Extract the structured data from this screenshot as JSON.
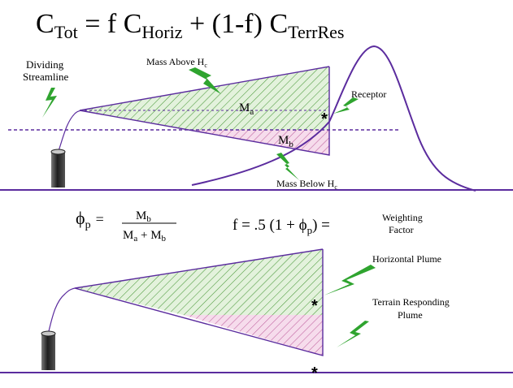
{
  "title": {
    "c": "C",
    "tot": "Tot",
    "eq": " =  f C",
    "horiz": "Horiz",
    "plus": " +  (1-f) C",
    "terrres": "TerrRes"
  },
  "top_panel": {
    "dividing_streamline": [
      "Dividing",
      "Streamline"
    ],
    "mass_above": "Mass Above H",
    "mass_above_sub": "c",
    "ma": "M",
    "ma_sub": "a",
    "mb": "M",
    "mb_sub": "b",
    "mass_below": "Mass Below H",
    "mass_below_sub": "c",
    "receptor": "Receptor"
  },
  "formulas": {
    "phi_lhs": "ϕ",
    "phi_sub": "p",
    "phi_eq": "=",
    "num": "M",
    "num_sub": "b",
    "den_a": "M",
    "den_a_sub": "a",
    "den_plus": " + M",
    "den_b_sub": "b",
    "f_eq": "f = .5 (1 + ϕ",
    "f_sub": "p",
    "f_close": ") =",
    "weighting": [
      "Weighting",
      "Factor"
    ]
  },
  "bottom_panel": {
    "horizontal_plume": "Horizontal Plume",
    "terrain_plume": [
      "Terrain Responding",
      "Plume"
    ]
  },
  "colors": {
    "line": "#5b2c9e",
    "green_fill": "#e3f2dc",
    "green_hatch": "#4c9a3c",
    "pink_fill": "#f6dcec",
    "pink_hatch": "#c0609e",
    "bolt": "#2fa42f",
    "stack": "#3a3a3a"
  }
}
